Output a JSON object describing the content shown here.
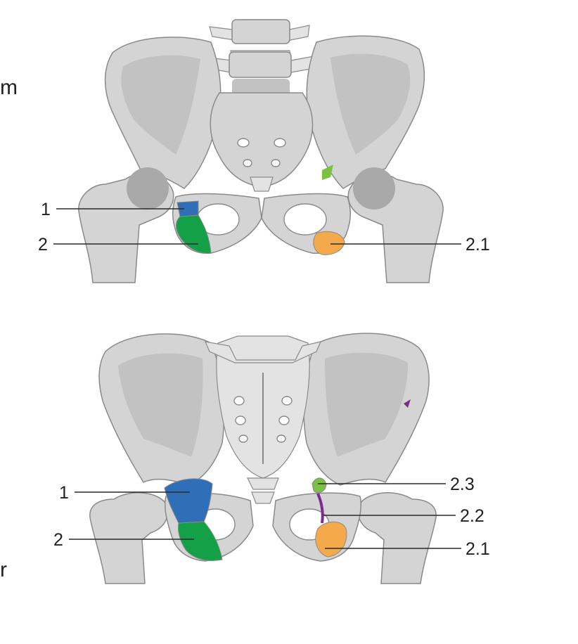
{
  "edge_text": {
    "top": "m",
    "bottom": "r"
  },
  "colors": {
    "blue": "#2f6fb7",
    "green": "#14a046",
    "orange": "#f4a94a",
    "lime": "#7cc242",
    "purple": "#7b2d8e",
    "bone": "#d4d4d4"
  },
  "top_view": {
    "labels": {
      "l1": "1",
      "l2": "2",
      "l21": "2.1"
    }
  },
  "bottom_view": {
    "labels": {
      "l1": "1",
      "l2": "2",
      "l23": "2.3",
      "l22": "2.2",
      "l21": "2.1"
    }
  }
}
